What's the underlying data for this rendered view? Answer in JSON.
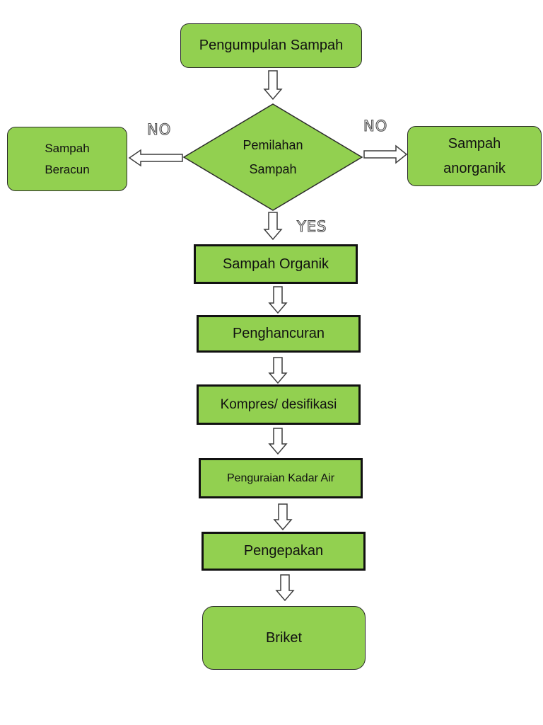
{
  "nodes": {
    "start": "Pengumpulan Sampah",
    "decision": {
      "line1": "Pemilahan",
      "line2": "Sampah"
    },
    "toxic": {
      "line1": "Sampah",
      "line2": "Beracun"
    },
    "inorganic": {
      "line1": "Sampah",
      "line2": "anorganik"
    },
    "organic": "Sampah Organik",
    "crushing": "Penghancuran",
    "compression": "Kompres/ desifikasi",
    "moisture": "Penguraian Kadar Air",
    "packing": "Pengepakan",
    "end": "Briket"
  },
  "labels": {
    "no_left": "NO",
    "no_right": "NO",
    "yes": "YES"
  },
  "colors": {
    "node_fill": "#92D050",
    "node_border": "#2b2b2b",
    "arrow_fill": "#ffffff",
    "arrow_stroke": "#3d3d3d"
  }
}
